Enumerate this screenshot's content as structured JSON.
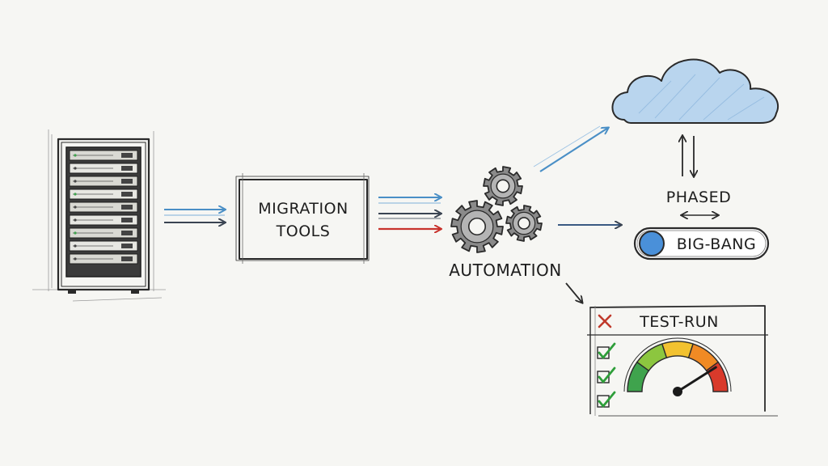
{
  "labels": {
    "migration_line1": "MIGRATION",
    "migration_line2": "TOOLS",
    "automation": "AUTOMATION",
    "phased": "PHASED",
    "big_bang": "BIG-BANG",
    "test_run": "TEST-RUN"
  },
  "checklist": {
    "items": [
      {
        "status": "fail",
        "icon": "x-icon",
        "color": "#c0392b"
      },
      {
        "status": "pass",
        "icon": "check-icon",
        "color": "#2e9e3a"
      },
      {
        "status": "pass",
        "icon": "check-icon",
        "color": "#2e9e3a"
      },
      {
        "status": "pass",
        "icon": "check-icon",
        "color": "#2e9e3a"
      }
    ]
  },
  "gauge": {
    "level": 0.82,
    "segment_colors": [
      "#3fa34d",
      "#8cc63f",
      "#f2c230",
      "#f08a24",
      "#d93a2b"
    ]
  },
  "toggle": {
    "knob_color": "#4a90d9"
  },
  "colors": {
    "arrow_blue": "#4a8fc6",
    "arrow_dark": "#3a4452",
    "arrow_red": "#c8322c",
    "cloud_fill": "#b9d5ee",
    "ink": "#2a2a2a"
  }
}
